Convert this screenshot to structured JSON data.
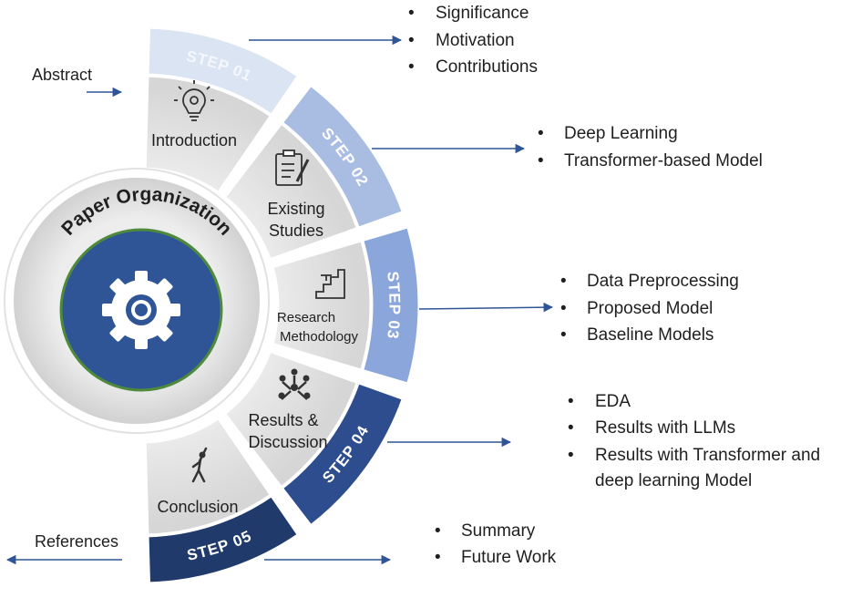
{
  "center": {
    "title": "Paper Organization"
  },
  "colors": {
    "step1": "#dbe4f3",
    "step2": "#a9bde3",
    "step3": "#8aa6da",
    "step4": "#2e4d8f",
    "step5": "#1f3a6b",
    "inner_hub": "#2e4f95",
    "arrow": "#2f5597"
  },
  "steps": [
    {
      "step": "STEP 01",
      "section": "Introduction",
      "icon": "lightbulb-gear-icon",
      "bullets": [
        "Significance",
        "Motivation",
        "Contributions"
      ]
    },
    {
      "step": "STEP 02",
      "section_lines": [
        "Existing",
        "Studies"
      ],
      "icon": "clipboard-pencil-icon",
      "bullets": [
        "Deep Learning",
        "Transformer-based Model"
      ]
    },
    {
      "step": "STEP 03",
      "section_lines": [
        "Research",
        "Methodology"
      ],
      "icon": "staircase-icon",
      "bullets": [
        "Data Preprocessing",
        "Proposed Model",
        "Baseline Models"
      ]
    },
    {
      "step": "STEP 04",
      "section_lines": [
        "Results &",
        "Discussion"
      ],
      "icon": "people-circle-icon",
      "bullets": [
        "EDA",
        "Results with LLMs",
        "Results with Transformer and",
        "deep learning Model"
      ]
    },
    {
      "step": "STEP 05",
      "section": "Conclusion",
      "icon": "climbing-person-icon",
      "bullets": [
        "Summary",
        "Future Work"
      ]
    }
  ],
  "side_labels": {
    "abstract": "Abstract",
    "references": "References"
  }
}
